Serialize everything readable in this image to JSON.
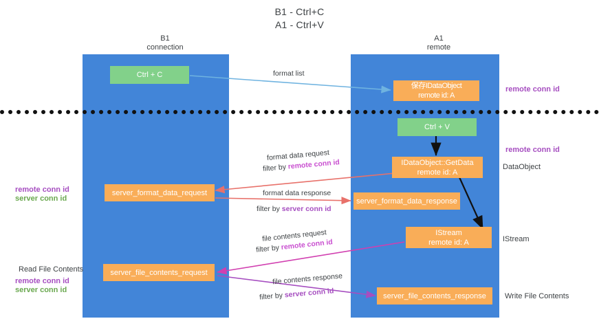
{
  "title": {
    "line1": "B1 - Ctrl+C",
    "line2": "A1 - Ctrl+V"
  },
  "columns": [
    {
      "name": "B1",
      "sub": "connection"
    },
    {
      "name": "A1",
      "sub": "remote"
    }
  ],
  "colors": {
    "lane": "#4285d8",
    "green_node": "#82d18a",
    "orange_node": "#f9ad58",
    "remote_conn_id": "#a64ec0",
    "server_conn_id": "#6aa84f",
    "divider": "#111111",
    "arrow_blue": "#6fb3e0",
    "arrow_red": "#e8716a",
    "arrow_magenta": "#d13fb0",
    "arrow_purple": "#a64ec0",
    "arrow_black": "#000000"
  },
  "nodes": {
    "ctrl_c": {
      "line1": "Ctrl + C"
    },
    "idataobject_store": {
      "line1": "保存IDataObject",
      "line2": "remote id: A"
    },
    "ctrl_v": {
      "line1": "Ctrl + V"
    },
    "getdata": {
      "line1": "IDataObject::GetData",
      "line2": "remote id: A"
    },
    "server_format_data_request": {
      "line1": "server_format_data_request"
    },
    "server_format_data_response": {
      "line1": "server_format_data_response"
    },
    "istream": {
      "line1": "IStream",
      "line2": "remote id: A"
    },
    "server_file_contents_request": {
      "line1": "server_file_contents_request"
    },
    "server_file_contents_response": {
      "line1": "server_file_contents_response"
    }
  },
  "edge_labels": {
    "format_list": "format list",
    "format_data_request": "format data request",
    "format_data_request_filter_prefix": "filter by ",
    "format_data_request_filter_key": "remote conn id",
    "format_data_response": "format data response",
    "format_data_response_filter_prefix": "filter by ",
    "format_data_response_filter_key": "server conn id",
    "file_contents_request": "file contents request",
    "file_contents_request_filter_prefix": "filter by ",
    "file_contents_request_filter_key": "remote conn id",
    "file_contents_response": "file contents response",
    "file_contents_response_filter_prefix": "filter by ",
    "file_contents_response_filter_key": "server conn id"
  },
  "side_labels": {
    "right_remote_conn_id_top": "remote conn id",
    "right_remote_conn_id_mid": "remote conn id",
    "right_dataobject": "DataObject",
    "right_istream": "IStream",
    "right_write_file_contents": "Write File Contents",
    "left_remote_conn_id_mid": "remote conn id",
    "left_server_conn_id_mid": "server conn id",
    "left_read_file_contents": "Read File Contents",
    "left_remote_conn_id_bottom": "remote conn id",
    "left_server_conn_id_bottom": "server conn id"
  }
}
